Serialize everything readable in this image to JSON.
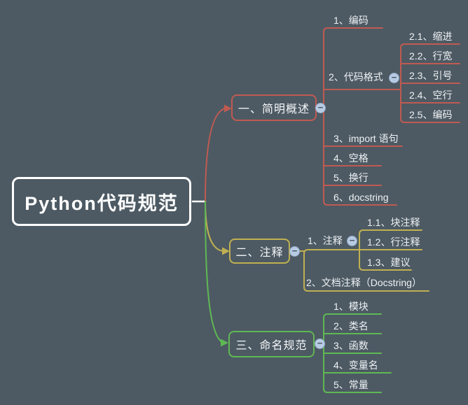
{
  "colors": {
    "background": "#4d5a63",
    "branch_overview": "#c05a52",
    "branch_comments": "#c0b052",
    "branch_naming": "#5fb854",
    "root_border": "#ffffff",
    "collapse_button_fill": "#b8cbe4"
  },
  "icons": {
    "collapse_label": "−"
  },
  "root": {
    "label": "Python代码规范"
  },
  "branches": [
    {
      "label": "一、简明概述",
      "color": "#c05a52",
      "children": [
        {
          "label": "1、编码"
        },
        {
          "label": "2、代码格式",
          "children": [
            {
              "label": "2.1、缩进"
            },
            {
              "label": "2.2、行宽"
            },
            {
              "label": "2.3、引号"
            },
            {
              "label": "2.4、空行"
            },
            {
              "label": "2.5、编码"
            }
          ]
        },
        {
          "label": "3、import 语句"
        },
        {
          "label": "4、空格"
        },
        {
          "label": "5、换行"
        },
        {
          "label": "6、docstring"
        }
      ]
    },
    {
      "label": "二、注释",
      "color": "#c0b052",
      "children": [
        {
          "label": "1、注释",
          "children": [
            {
              "label": "1.1、块注释"
            },
            {
              "label": "1.2、行注释"
            },
            {
              "label": "1.3、建议"
            }
          ]
        },
        {
          "label": "2、文档注释（Docstring）"
        }
      ]
    },
    {
      "label": "三、命名规范",
      "color": "#5fb854",
      "children": [
        {
          "label": "1、模块"
        },
        {
          "label": "2、类名"
        },
        {
          "label": "3、函数"
        },
        {
          "label": "4、变量名"
        },
        {
          "label": "5、常量"
        }
      ]
    }
  ]
}
